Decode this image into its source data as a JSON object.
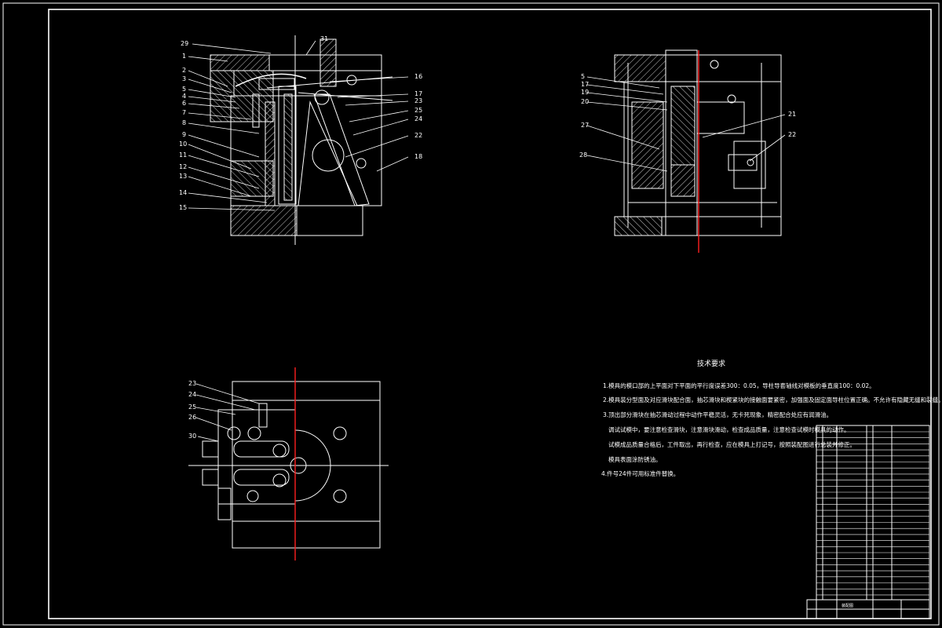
{
  "view1_labels": [
    "29",
    "31",
    "1",
    "2",
    "3",
    "5",
    "4",
    "6",
    "7",
    "8",
    "9",
    "10",
    "11",
    "12",
    "13",
    "14",
    "15",
    "16",
    "17",
    "23",
    "25",
    "24",
    "22",
    "18"
  ],
  "view2_labels": [
    "5",
    "17",
    "19",
    "20",
    "27",
    "28",
    "21",
    "22"
  ],
  "view3_labels": [
    "23",
    "24",
    "25",
    "26",
    "30"
  ],
  "requirements": {
    "title": "技术要求",
    "lines": [
      "1.模具的模口部的上平面对下平面的平行度误差300：0.05，导柱导套轴线对模板的垂直度100：0.02。",
      "2.模具装分型面及对应滑块配合面，抽芯滑块和楔紧块的接触面要紧密，加强面及固定面导柱位置正确。不允许有隐藏无缝和裂缝。",
      "3.顶出部分滑块在抽芯滑动过程中动作平稳灵活，无卡死现象，精密配合处应有润滑油。",
      "调试试模中，要注意检查滑块，注意滑块滑动，检查成品质量，注意检查试模时模具的动作。",
      "试模成品质量合格后，工件取出，再行检查，应在模具上打记号，按照装配图进行总装并修正。",
      "模具表面涂防锈油。",
      "4.件号24件可用标准件替换。"
    ]
  },
  "title_block": {
    "name": "装配图"
  },
  "colors": {
    "background": "#000000",
    "line": "#ffffff",
    "centerline": "#ff2020"
  }
}
